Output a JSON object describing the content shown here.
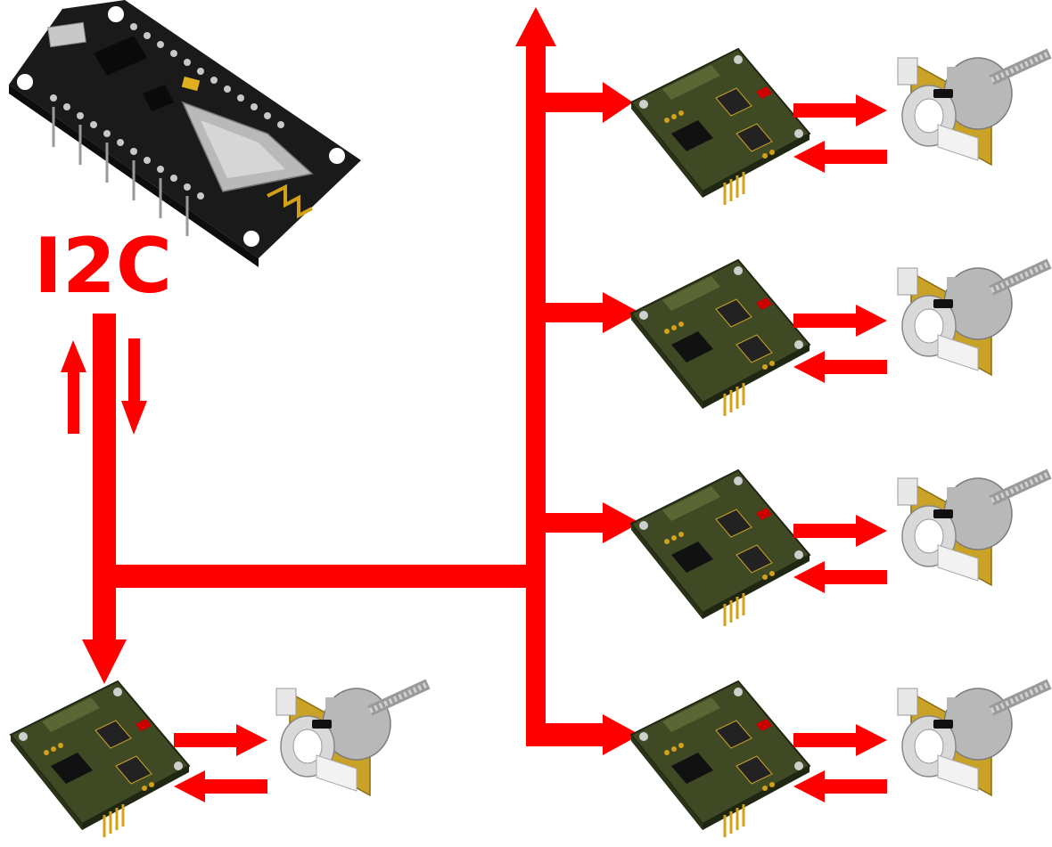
{
  "label": {
    "text": "I2C",
    "color": "#ff0000"
  },
  "colors": {
    "bus": "#ff0000",
    "pcb": "#3f4a24",
    "pcb_dark": "#1f2612",
    "mcu_board": "#1a1a1a",
    "wifi_module": "#b9b9b9",
    "motor_bracket": "#c9a227",
    "motor_metal": "#b8b8b8",
    "connector_plastic": "#e8e8e8"
  },
  "nodes": {
    "controller": {
      "name": "nodemcu-board",
      "icon": "esp8266-board-icon"
    },
    "driver_boards": 5,
    "motors": 5
  }
}
